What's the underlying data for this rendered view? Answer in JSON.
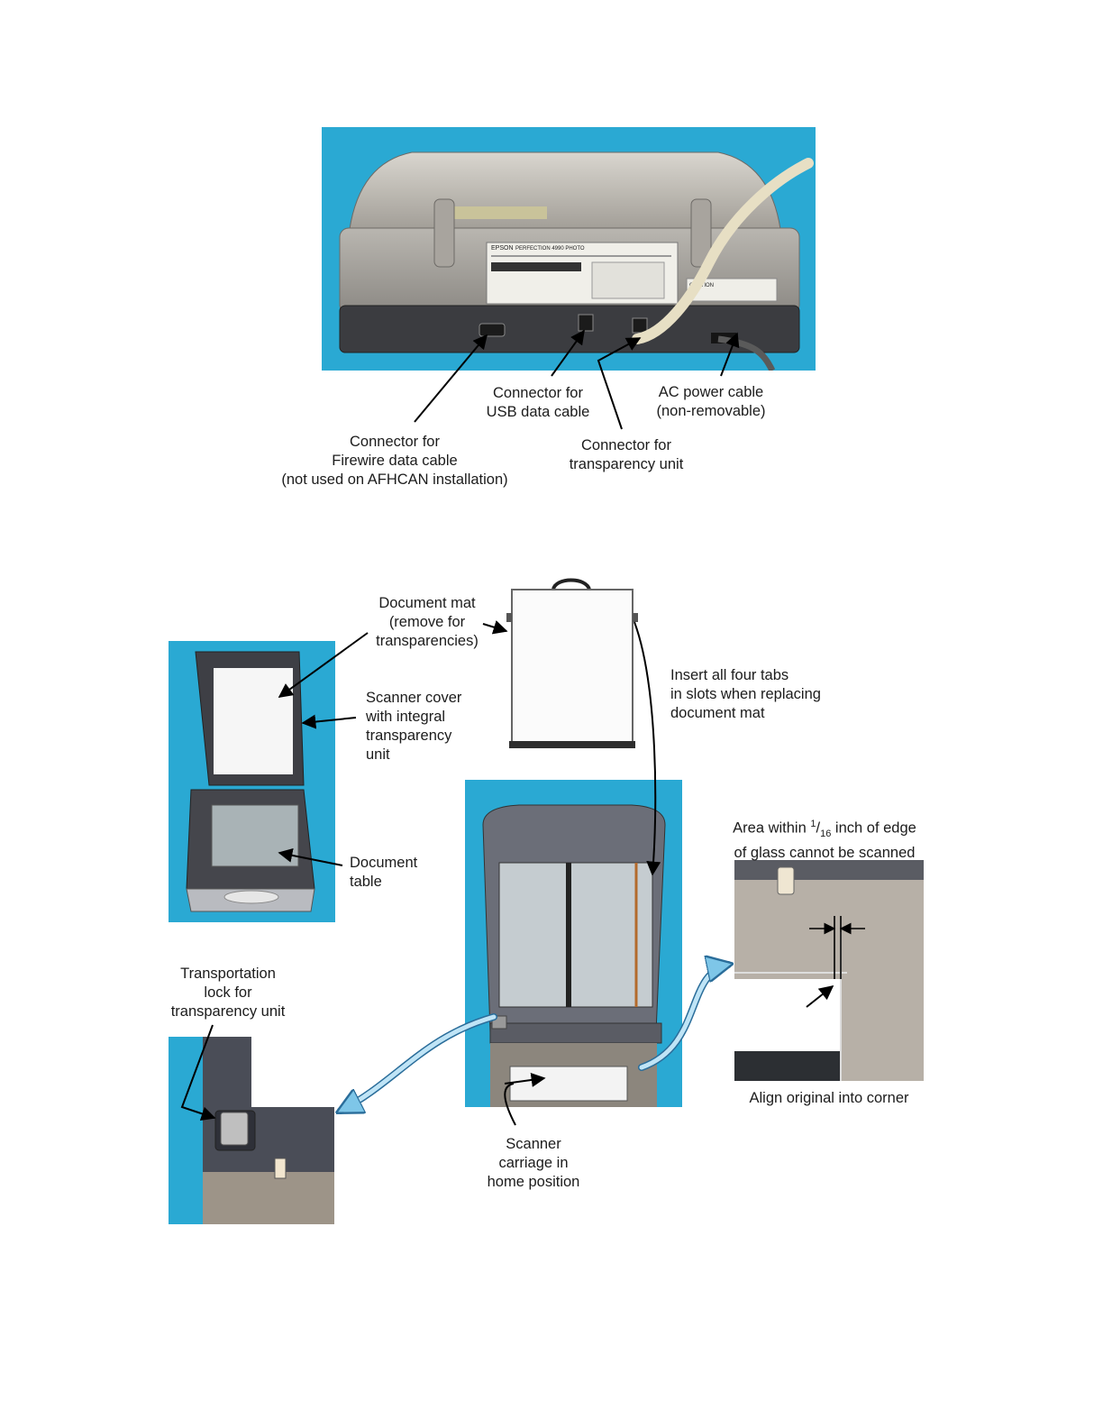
{
  "top_labels": {
    "usb": [
      "Connector for",
      "USB data cable"
    ],
    "ac_power": [
      "AC power cable",
      "(non-removable)"
    ],
    "firewire": [
      "Connector for",
      "Firewire data cable",
      "(not used on AFHCAN installation)"
    ],
    "transparency": [
      "Connector for",
      "transparency unit"
    ]
  },
  "rear_panel": {
    "brand": "EPSON",
    "model": "PERFECTION 4990 PHOTO",
    "caution": "CAUTION"
  },
  "bottom_labels": {
    "document_mat": [
      "Document mat",
      "(remove for",
      "transparencies)"
    ],
    "scanner_cover": [
      "Scanner cover",
      "with integral",
      "transparency",
      "unit"
    ],
    "document_table": [
      "Document",
      "table"
    ],
    "insert_tabs": [
      "Insert all four tabs",
      "in slots when replacing",
      "document mat"
    ],
    "area_edge_prefix": "Area within ",
    "area_edge_num": "1",
    "area_edge_den": "16",
    "area_edge_suffix": " inch of edge",
    "area_edge_line2": "of glass cannot be scanned",
    "transport_lock": [
      "Transportation",
      "lock for",
      "transparency unit"
    ],
    "align_original": "Align original into corner",
    "scanner_carriage": [
      "Scanner",
      "carriage in",
      "home position"
    ]
  }
}
